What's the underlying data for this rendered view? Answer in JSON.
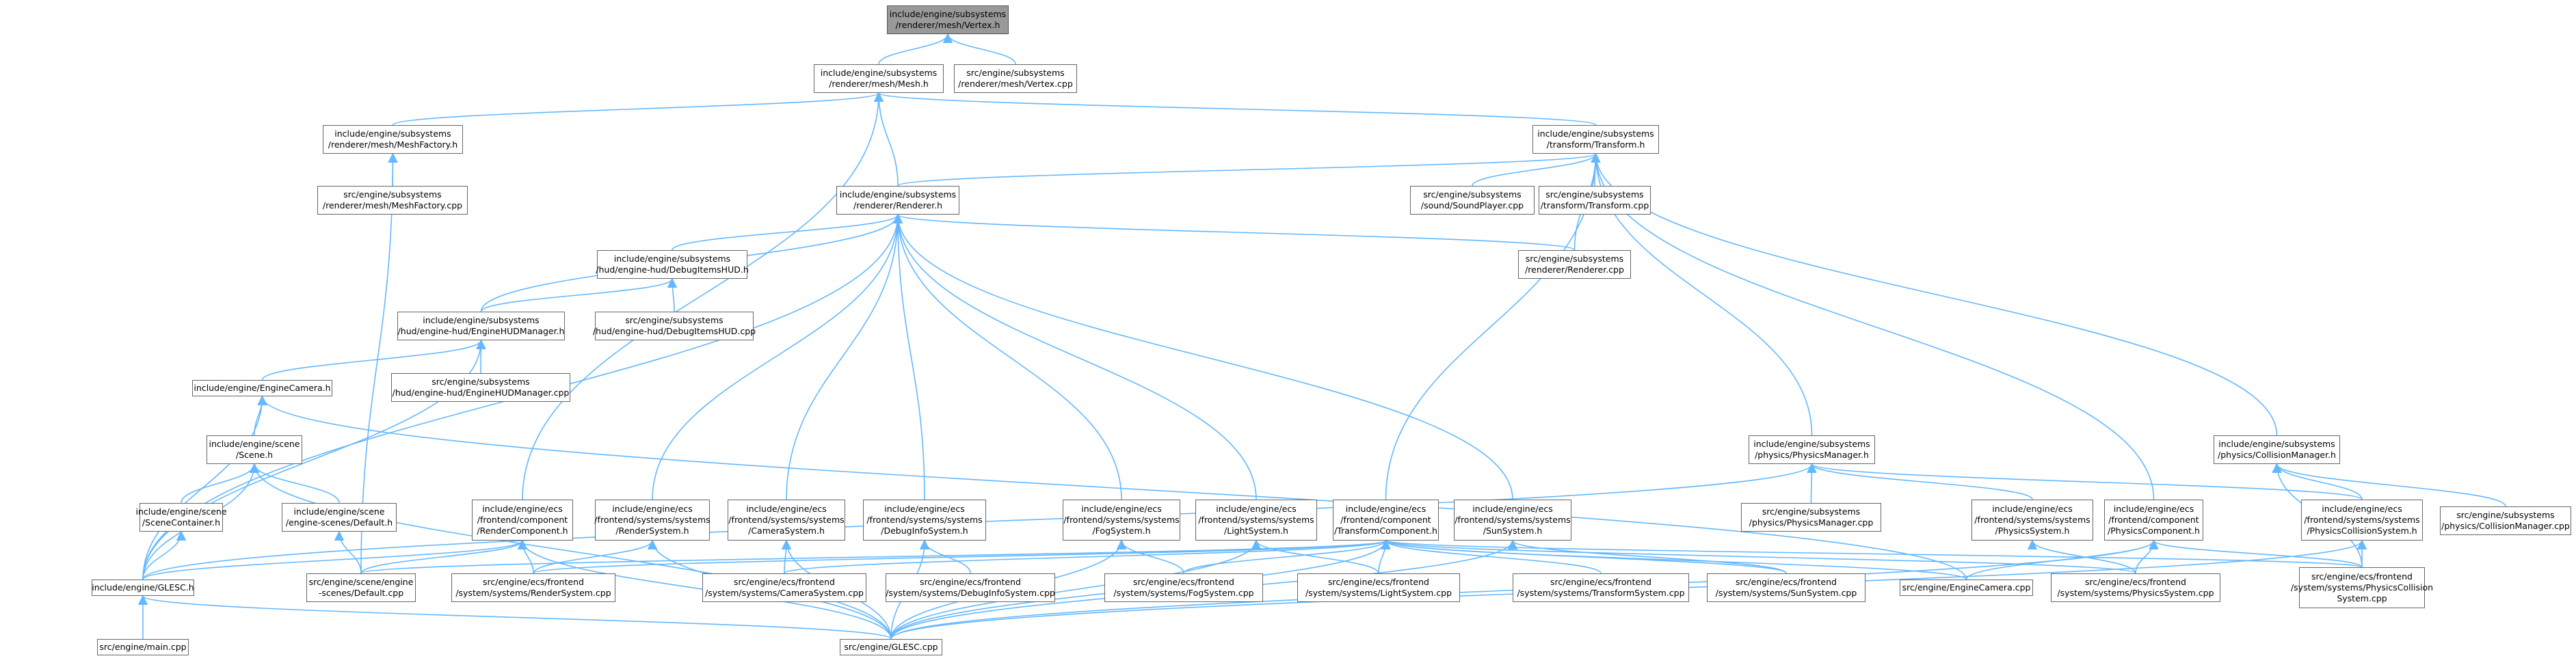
{
  "colors": {
    "edge": "#63b8ff",
    "current_fill": "#999999",
    "node_border": "#666666"
  },
  "nodes": {
    "vertex_h": [
      "include/engine/subsystems",
      "/renderer/mesh/Vertex.h"
    ],
    "mesh_h": [
      "include/engine/subsystems",
      "/renderer/mesh/Mesh.h"
    ],
    "vertex_cpp": [
      "src/engine/subsystems",
      "/renderer/mesh/Vertex.cpp"
    ],
    "meshfactory_h": [
      "include/engine/subsystems",
      "/renderer/mesh/MeshFactory.h"
    ],
    "meshfactory_cpp": [
      "src/engine/subsystems",
      "/renderer/mesh/MeshFactory.cpp"
    ],
    "transform_h": [
      "include/engine/subsystems",
      "/transform/Transform.h"
    ],
    "renderer_h": [
      "include/engine/subsystems",
      "/renderer/Renderer.h"
    ],
    "soundplayer_cpp": [
      "src/engine/subsystems",
      "/sound/SoundPlayer.cpp"
    ],
    "transform_cpp": [
      "src/engine/subsystems",
      "/transform/Transform.cpp"
    ],
    "debughud_h": [
      "include/engine/subsystems",
      "/hud/engine-hud/DebugItemsHUD.h"
    ],
    "renderer_cpp": [
      "src/engine/subsystems",
      "/renderer/Renderer.cpp"
    ],
    "debughud_cpp": [
      "src/engine/subsystems",
      "/hud/engine-hud/DebugItemsHUD.cpp"
    ],
    "enginehud_h": [
      "include/engine/subsystems",
      "/hud/engine-hud/EngineHUDManager.h"
    ],
    "enginehud_cpp": [
      "src/engine/subsystems",
      "/hud/engine-hud/EngineHUDManager.cpp"
    ],
    "enginecamera_h": [
      "include/engine/EngineCamera.h"
    ],
    "scene_h": [
      "include/engine/scene",
      "/Scene.h"
    ],
    "scenecontainer_h": [
      "include/engine/scene",
      "/SceneContainer.h"
    ],
    "scenedefault_h": [
      "include/engine/scene",
      "/engine-scenes/Default.h"
    ],
    "rendercomponent_h": [
      "include/engine/ecs",
      "/frontend/component",
      "/RenderComponent.h"
    ],
    "rendersystem_h": [
      "include/engine/ecs",
      "/frontend/systems/systems",
      "/RenderSystem.h"
    ],
    "camerasystem_h": [
      "include/engine/ecs",
      "/frontend/systems/systems",
      "/CameraSystem.h"
    ],
    "debuginfosystem_h": [
      "include/engine/ecs",
      "/frontend/systems/systems",
      "/DebugInfoSystem.h"
    ],
    "fogsystem_h": [
      "include/engine/ecs",
      "/frontend/systems/systems",
      "/FogSystem.h"
    ],
    "lightsystem_h": [
      "include/engine/ecs",
      "/frontend/systems/systems",
      "/LightSystem.h"
    ],
    "transformcomponent_h": [
      "include/engine/ecs",
      "/frontend/component",
      "/TransformComponent.h"
    ],
    "sunsystem_h": [
      "include/engine/ecs",
      "/frontend/systems/systems",
      "/SunSystem.h"
    ],
    "physicsmanager_h": [
      "include/engine/subsystems",
      "/physics/PhysicsManager.h"
    ],
    "physicsmanager_cpp": [
      "src/engine/subsystems",
      "/physics/PhysicsManager.cpp"
    ],
    "physicssystem_h": [
      "include/engine/ecs",
      "/frontend/systems/systems",
      "/PhysicsSystem.h"
    ],
    "physicscomponent_h": [
      "include/engine/ecs",
      "/frontend/component",
      "/PhysicsComponent.h"
    ],
    "collisionmanager_h": [
      "include/engine/subsystems",
      "/physics/CollisionManager.h"
    ],
    "physicscollisionsystem_h": [
      "include/engine/ecs",
      "/frontend/systems/systems",
      "/PhysicsCollisionSystem.h"
    ],
    "collisionmanager_cpp": [
      "src/engine/subsystems",
      "/physics/CollisionManager.cpp"
    ],
    "glesc_h": [
      "include/engine/GLESC.h"
    ],
    "scenedefault_cpp": [
      "src/engine/scene/engine",
      "-scenes/Default.cpp"
    ],
    "rendersystem_cpp": [
      "src/engine/ecs/frontend",
      "/system/systems/RenderSystem.cpp"
    ],
    "camerasystem_cpp": [
      "src/engine/ecs/frontend",
      "/system/systems/CameraSystem.cpp"
    ],
    "debuginfosystem_cpp": [
      "src/engine/ecs/frontend",
      "/system/systems/DebugInfoSystem.cpp"
    ],
    "fogsystem_cpp": [
      "src/engine/ecs/frontend",
      "/system/systems/FogSystem.cpp"
    ],
    "lightsystem_cpp": [
      "src/engine/ecs/frontend",
      "/system/systems/LightSystem.cpp"
    ],
    "transformsystem_cpp": [
      "src/engine/ecs/frontend",
      "/system/systems/TransformSystem.cpp"
    ],
    "sunsystem_cpp": [
      "src/engine/ecs/frontend",
      "/system/systems/SunSystem.cpp"
    ],
    "enginecamera_cpp": [
      "src/engine/EngineCamera.cpp"
    ],
    "physicssystem_cpp": [
      "src/engine/ecs/frontend",
      "/system/systems/PhysicsSystem.cpp"
    ],
    "physicscollisionsystem_cpp": [
      "src/engine/ecs/frontend",
      "/system/systems/PhysicsCollision",
      "System.cpp"
    ],
    "main_cpp": [
      "src/engine/main.cpp"
    ],
    "glesc_cpp": [
      "src/engine/GLESC.cpp"
    ]
  },
  "edges": [
    [
      "mesh_h",
      "vertex_h"
    ],
    [
      "vertex_cpp",
      "vertex_h"
    ],
    [
      "meshfactory_h",
      "mesh_h"
    ],
    [
      "transform_h",
      "mesh_h"
    ],
    [
      "renderer_h",
      "mesh_h"
    ],
    [
      "rendercomponent_h",
      "mesh_h"
    ],
    [
      "meshfactory_cpp",
      "meshfactory_h"
    ],
    [
      "scenedefault_cpp",
      "meshfactory_h"
    ],
    [
      "renderer_h",
      "transform_h"
    ],
    [
      "soundplayer_cpp",
      "transform_h"
    ],
    [
      "transform_cpp",
      "transform_h"
    ],
    [
      "renderer_cpp",
      "transform_h"
    ],
    [
      "transformcomponent_h",
      "transform_h"
    ],
    [
      "physicsmanager_h",
      "transform_h"
    ],
    [
      "collisionmanager_h",
      "transform_h"
    ],
    [
      "physicscomponent_h",
      "transform_h"
    ],
    [
      "debughud_h",
      "renderer_h"
    ],
    [
      "enginehud_h",
      "renderer_h"
    ],
    [
      "renderer_cpp",
      "renderer_h"
    ],
    [
      "glesc_h",
      "renderer_h"
    ],
    [
      "rendersystem_h",
      "renderer_h"
    ],
    [
      "camerasystem_h",
      "renderer_h"
    ],
    [
      "debuginfosystem_h",
      "renderer_h"
    ],
    [
      "fogsystem_h",
      "renderer_h"
    ],
    [
      "lightsystem_h",
      "renderer_h"
    ],
    [
      "sunsystem_h",
      "renderer_h"
    ],
    [
      "debughud_cpp",
      "debughud_h"
    ],
    [
      "enginehud_h",
      "debughud_h"
    ],
    [
      "enginehud_cpp",
      "enginehud_h"
    ],
    [
      "enginecamera_h",
      "enginehud_h"
    ],
    [
      "glesc_h",
      "enginehud_h"
    ],
    [
      "scene_h",
      "enginecamera_h"
    ],
    [
      "glesc_h",
      "enginecamera_h"
    ],
    [
      "enginecamera_cpp",
      "enginecamera_h"
    ],
    [
      "scenecontainer_h",
      "scene_h"
    ],
    [
      "scenedefault_h",
      "scene_h"
    ],
    [
      "glesc_h",
      "scene_h"
    ],
    [
      "glesc_cpp",
      "scene_h"
    ],
    [
      "glesc_h",
      "scenecontainer_h"
    ],
    [
      "scenedefault_cpp",
      "scenedefault_h"
    ],
    [
      "rendersystem_cpp",
      "rendercomponent_h"
    ],
    [
      "glesc_cpp",
      "rendercomponent_h"
    ],
    [
      "scenedefault_cpp",
      "rendercomponent_h"
    ],
    [
      "glesc_h",
      "rendercomponent_h"
    ],
    [
      "rendersystem_cpp",
      "rendersystem_h"
    ],
    [
      "glesc_cpp",
      "rendersystem_h"
    ],
    [
      "camerasystem_cpp",
      "camerasystem_h"
    ],
    [
      "glesc_cpp",
      "camerasystem_h"
    ],
    [
      "debuginfosystem_cpp",
      "debuginfosystem_h"
    ],
    [
      "glesc_cpp",
      "debuginfosystem_h"
    ],
    [
      "fogsystem_cpp",
      "fogsystem_h"
    ],
    [
      "glesc_cpp",
      "fogsystem_h"
    ],
    [
      "lightsystem_cpp",
      "lightsystem_h"
    ],
    [
      "glesc_cpp",
      "lightsystem_h"
    ],
    [
      "sunsystem_cpp",
      "sunsystem_h"
    ],
    [
      "glesc_cpp",
      "sunsystem_h"
    ],
    [
      "scenedefault_cpp",
      "transformcomponent_h"
    ],
    [
      "rendersystem_cpp",
      "transformcomponent_h"
    ],
    [
      "camerasystem_cpp",
      "transformcomponent_h"
    ],
    [
      "fogsystem_cpp",
      "transformcomponent_h"
    ],
    [
      "lightsystem_cpp",
      "transformcomponent_h"
    ],
    [
      "transformsystem_cpp",
      "transformcomponent_h"
    ],
    [
      "sunsystem_cpp",
      "transformcomponent_h"
    ],
    [
      "enginecamera_cpp",
      "transformcomponent_h"
    ],
    [
      "physicssystem_cpp",
      "transformcomponent_h"
    ],
    [
      "physicscollisionsystem_cpp",
      "transformcomponent_h"
    ],
    [
      "glesc_cpp",
      "transformcomponent_h"
    ],
    [
      "physicsmanager_cpp",
      "physicsmanager_h"
    ],
    [
      "physicssystem_h",
      "physicsmanager_h"
    ],
    [
      "physicscollisionsystem_h",
      "physicsmanager_h"
    ],
    [
      "glesc_h",
      "physicsmanager_h"
    ],
    [
      "physicssystem_cpp",
      "physicssystem_h"
    ],
    [
      "physicssystem_cpp",
      "physicscomponent_h"
    ],
    [
      "physicscollisionsystem_cpp",
      "physicscomponent_h"
    ],
    [
      "enginecamera_cpp",
      "physicscomponent_h"
    ],
    [
      "glesc_cpp",
      "physicscomponent_h"
    ],
    [
      "physicscollisionsystem_h",
      "collisionmanager_h"
    ],
    [
      "collisionmanager_cpp",
      "collisionmanager_h"
    ],
    [
      "physicscollisionsystem_cpp",
      "collisionmanager_h"
    ],
    [
      "physicscollisionsystem_cpp",
      "physicscollisionsystem_h"
    ],
    [
      "glesc_cpp",
      "physicscollisionsystem_h"
    ],
    [
      "main_cpp",
      "glesc_h"
    ],
    [
      "glesc_cpp",
      "glesc_h"
    ]
  ]
}
